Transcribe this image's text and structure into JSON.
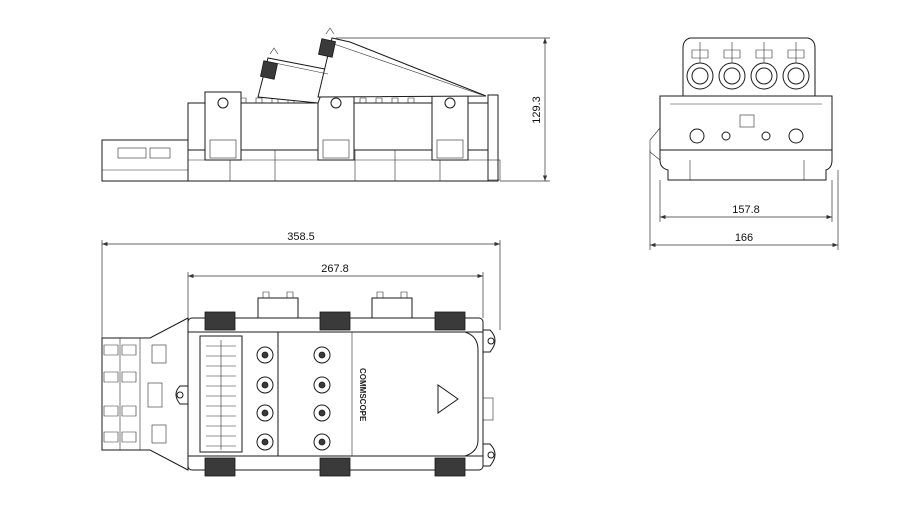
{
  "dimensions": {
    "height": "129.3",
    "width_inner": "157.8",
    "width_outer": "166",
    "length_overall": "358.5",
    "length_body": "267.8"
  },
  "brand": "COMMSCOPE"
}
